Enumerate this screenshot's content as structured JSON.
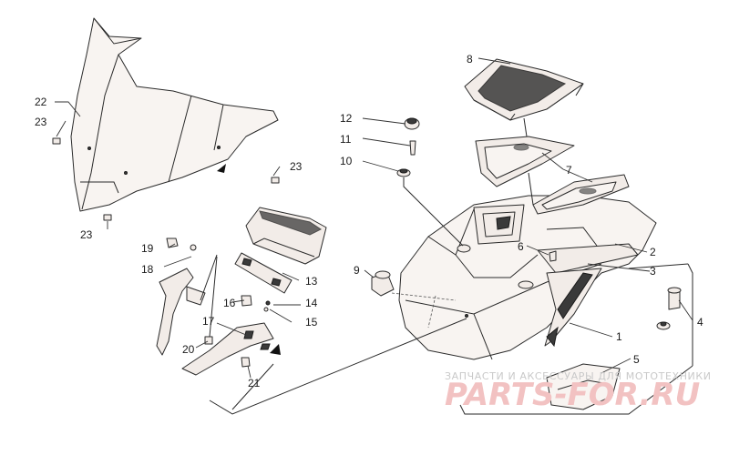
{
  "callouts": {
    "c1": "1",
    "c2": "2",
    "c3": "3",
    "c4": "4",
    "c5": "5",
    "c6": "6",
    "c7": "7",
    "c8": "8",
    "c9": "9",
    "c10": "10",
    "c11": "11",
    "c12": "12",
    "c13": "13",
    "c14": "14",
    "c15": "15",
    "c16": "16",
    "c17": "17",
    "c18": "18",
    "c19": "19",
    "c20": "20",
    "c21": "21",
    "c22": "22",
    "c23a": "23",
    "c23b": "23",
    "c23c": "23"
  },
  "watermark": {
    "tagline": "ЗАПЧАСТИ И АКСЕССУАРЫ ДЛЯ МОТОТЕХНИКИ",
    "brand": "PARTS-FOR.RU"
  },
  "colors": {
    "part_fill": "#f2ece8",
    "watermark_brand": "#f2c2c2"
  }
}
